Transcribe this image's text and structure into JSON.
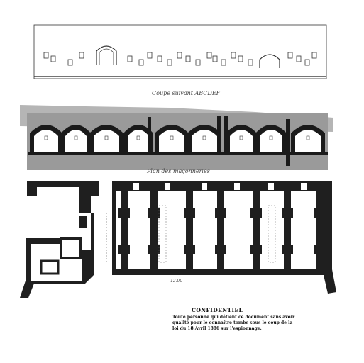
{
  "sheet": {
    "elevation_caption": "Coupe suivant ABCDEF",
    "section_caption": "Plan des maçonneries",
    "dimension_label": "12.00"
  },
  "notice": {
    "title": "CONFIDENTIEL",
    "lines": [
      "Toute personne qui détient ce document sans avoir",
      "qualité pour le connaître tombe sous le coup de la",
      "loi du 18 Avril 1886 sur l'espionnage."
    ]
  },
  "colors": {
    "ink": "#1a1a1a",
    "fill": "#2b2b2b",
    "rubble": "#9a9a9a",
    "paper": "#ffffff"
  }
}
